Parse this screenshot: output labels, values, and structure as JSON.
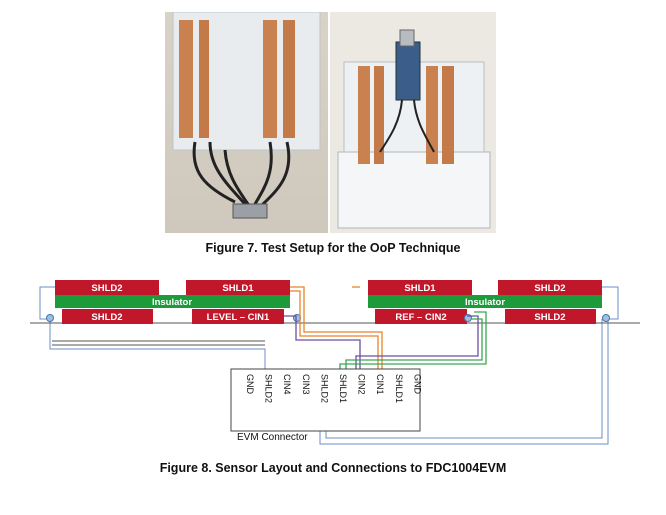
{
  "figure7": {
    "caption": "Figure 7. Test Setup for the OoP Technique"
  },
  "figure8": {
    "caption": "Figure 8. Sensor Layout and Connections to FDC1004EVM",
    "left_electrodes": {
      "top_left": "SHLD2",
      "top_right": "SHLD1",
      "insulator": "Insulator",
      "bottom_left": "SHLD2",
      "bottom_right": "LEVEL – CIN1"
    },
    "right_electrodes": {
      "top_left": "SHLD1",
      "top_right": "SHLD2",
      "insulator": "Insulator",
      "bottom_left": "REF – CIN2",
      "bottom_right": "SHLD2"
    },
    "connector": {
      "label": "EVM Connector",
      "pins": [
        "GND",
        "SHLD2",
        "CIN4",
        "CIN3",
        "SHLD2",
        "SHLD1",
        "CIN2",
        "CIN1",
        "SHLD1",
        "GND"
      ]
    },
    "colors": {
      "electrode": "#c0182a",
      "insulator": "#1d9a3a",
      "wire_orange": "#e8852a",
      "wire_purple": "#6a4fa3",
      "wire_green": "#3aa655",
      "wire_blue": "#6b8fc4"
    }
  }
}
